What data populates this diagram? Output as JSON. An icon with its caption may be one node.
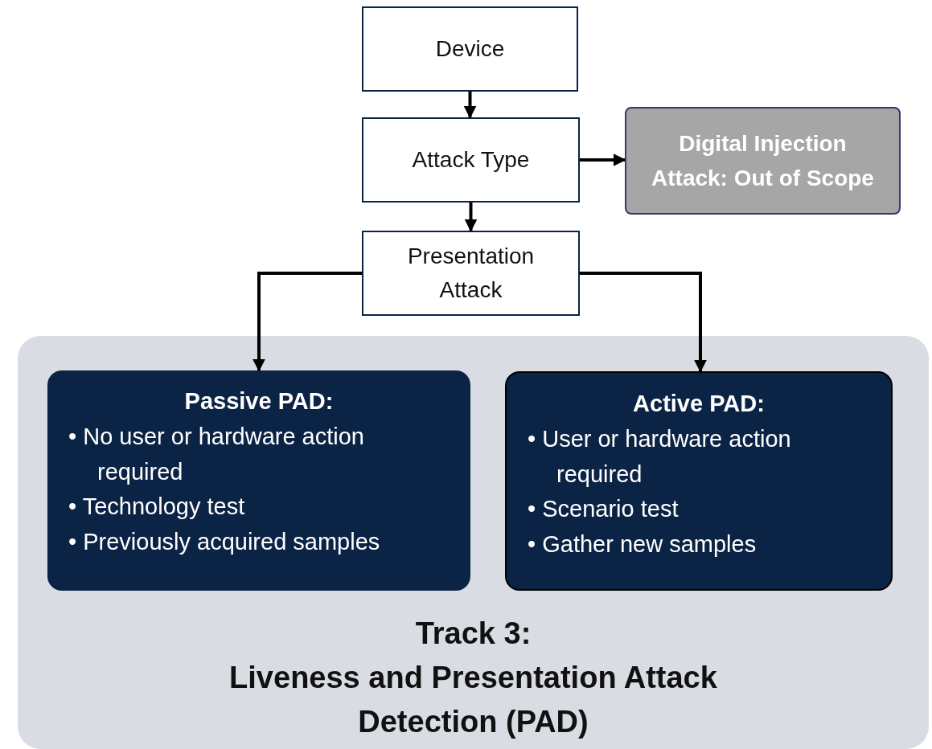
{
  "diagram": {
    "nodes": [
      {
        "text": [
          "Device"
        ]
      },
      {
        "text": [
          "Attack Type"
        ]
      },
      {
        "text": [
          "Digital Injection Attack: Out of Scope"
        ]
      },
      {
        "text": [
          "Presentation Attack"
        ]
      },
      {
        "text": [
          "Track 3:",
          "Liveness and Presentation Attack Detection (PAD)"
        ]
      },
      {
        "text": [
          "Passive PAD:",
          "• No user or hardware action required",
          "• Technology test",
          "• Previously acquired samples"
        ],
        "in": 4
      },
      {
        "text": [
          "Active PAD:",
          "• User or hardware action required",
          "• Scenario test",
          "• Gather new samples"
        ],
        "in": 4
      }
    ],
    "edges": [
      {
        "from": 0,
        "to": 1,
        "arrow": "to"
      },
      {
        "from": 1,
        "to": 2,
        "arrow": "to"
      },
      {
        "from": 1,
        "to": 3,
        "arrow": "to"
      },
      {
        "from": 3,
        "to": 5,
        "arrow": "to"
      },
      {
        "from": 3,
        "to": 6,
        "arrow": "to"
      }
    ]
  }
}
